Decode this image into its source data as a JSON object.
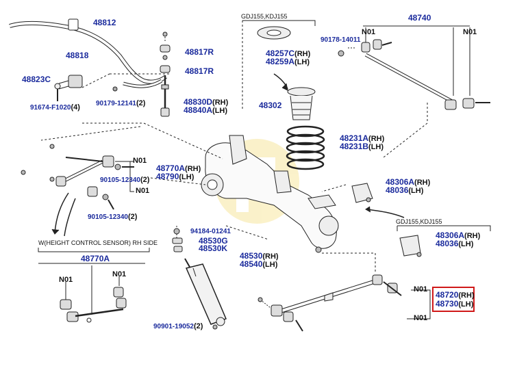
{
  "labels": {
    "p48812": "48812",
    "p48818": "48818",
    "p48823c": "48823C",
    "p91674": "91674-F1020",
    "p91674_qty": "(4)",
    "p90179": "90179-12141",
    "p90179_qty": "(2)",
    "p48817r_a": "48817R",
    "p48817r_b": "48817R",
    "p48830d": "48830D",
    "p48830d_sfx": "(RH)",
    "p48840a": "48840A",
    "p48840a_sfx": "(LH)",
    "note_top": "GDJ155,KDJ155",
    "p48257c": "48257C",
    "p48257c_sfx": "(RH)",
    "p48259a": "48259A",
    "p48259a_sfx": "(LH)",
    "p48302": "48302",
    "p48231a": "48231A",
    "p48231a_sfx": "(RH)",
    "p48231b": "48231B",
    "p48231b_sfx": "(LH)",
    "p48740": "48740",
    "p90178": "90178-14011",
    "n01_a": "N01",
    "n01_b": "N01",
    "n01_c": "N01",
    "n01_d": "N01",
    "p48770a": "48770A",
    "p48770a_sfx": "(RH)",
    "p48790": "48790",
    "p48790_sfx": "(LH)",
    "p90105_a": "90105-12340",
    "p90105_a_qty": "(2)",
    "p90105_b": "90105-12340",
    "p90105_b_qty": "(2)",
    "p48306a_1": "48306A",
    "p48306a_1_sfx": "(RH)",
    "p48036_1": "48036",
    "p48036_1_sfx": "(LH)",
    "note_mid": "GDJ155,KDJ155",
    "p48306a_2": "48306A",
    "p48306a_2_sfx": "(RH)",
    "p48036_2": "48036",
    "p48036_2_sfx": "(LH)",
    "note_sensor": "W(HEIGHT CONTROL SENSOR) RH SIDE",
    "p48770a_b": "48770A",
    "n01_e": "N01",
    "n01_f": "N01",
    "p94184": "94184-01241",
    "p48530g": "48530G",
    "p48530k": "48530K",
    "p48530": "48530",
    "p48530_sfx": "(RH)",
    "p48540": "48540",
    "p48540_sfx": "(LH)",
    "p90901": "90901-19052",
    "p90901_qty": "(2)",
    "n01_g": "N01",
    "n01_h": "N01",
    "p48720": "48720",
    "p48720_sfx": "(RH)",
    "p48730": "48730",
    "p48730_sfx": "(LH)"
  },
  "colors": {
    "part_number": "#1a2a9c",
    "highlight_box": "#d01818",
    "watermark": "#f5e08a"
  }
}
